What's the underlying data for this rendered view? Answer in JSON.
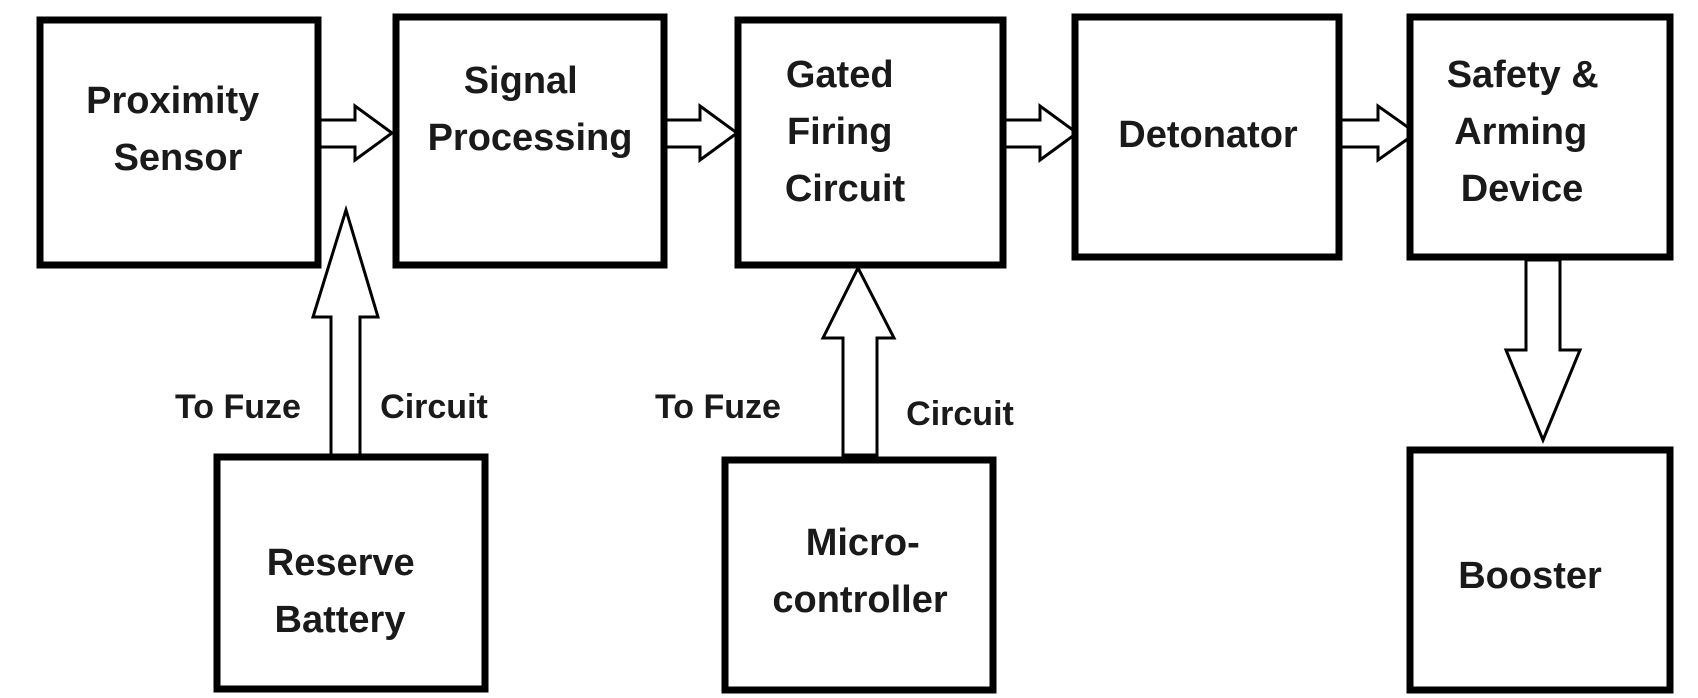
{
  "blocks": {
    "proximity_sensor": [
      "Proximity",
      "Sensor"
    ],
    "signal_processing": [
      "Signal",
      "Processing"
    ],
    "gated_firing_circuit": [
      "Gated",
      "Firing",
      "Circuit"
    ],
    "detonator": [
      "Detonator"
    ],
    "safety_arming_device": [
      "Safety &",
      "Arming",
      "Device"
    ],
    "reserve_battery": [
      "Reserve",
      "Battery"
    ],
    "microcontroller": [
      "Micro-",
      "controller"
    ],
    "booster": [
      "Booster"
    ]
  },
  "side_labels": {
    "battery_left": "To Fuze",
    "battery_right": "Circuit",
    "micro_left": "To Fuze",
    "micro_right": "Circuit"
  }
}
